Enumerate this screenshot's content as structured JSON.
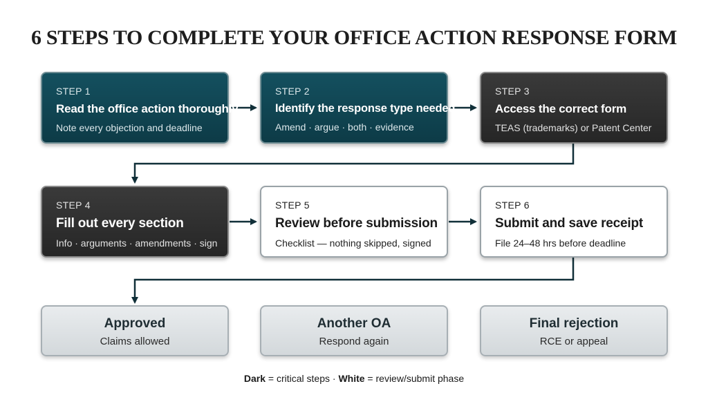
{
  "title": "6 STEPS TO COMPLETE YOUR OFFICE ACTION RESPONSE FORM",
  "steps": [
    {
      "num": "STEP 1",
      "head": "Read the office action thoroughly",
      "sub": "Note every objection and deadline"
    },
    {
      "num": "STEP 2",
      "head": "Identify the response type needed",
      "sub": "Amend · argue · both · evidence"
    },
    {
      "num": "STEP 3",
      "head": "Access the correct form",
      "sub": "TEAS (trademarks) or Patent Center"
    },
    {
      "num": "STEP 4",
      "head": "Fill out every section",
      "sub": "Info · arguments · amendments · sign"
    },
    {
      "num": "STEP 5",
      "head": "Review before submission",
      "sub": "Checklist — nothing skipped, signed"
    },
    {
      "num": "STEP 6",
      "head": "Submit and save receipt",
      "sub": "File 24–48 hrs before deadline"
    }
  ],
  "outcomes": [
    {
      "head": "Approved",
      "sub": "Claims allowed"
    },
    {
      "head": "Another OA",
      "sub": "Respond again"
    },
    {
      "head": "Final rejection",
      "sub": "RCE or appeal"
    }
  ],
  "legend": {
    "dark_label": "Dark",
    "dark_text": " = critical steps · ",
    "white_label": "White",
    "white_text": " = review/submit phase"
  },
  "colors": {
    "teal": "#0d3b47",
    "dark": "#262626",
    "light": "#ffffff",
    "outcome": "#d3d8db",
    "arrow": "#102f38"
  }
}
